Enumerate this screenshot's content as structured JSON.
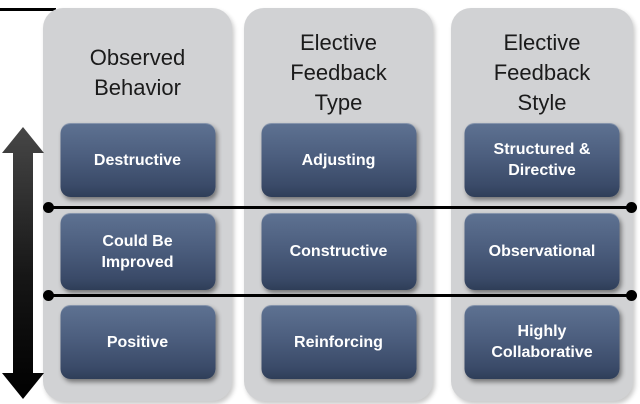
{
  "diagram": {
    "columns": [
      {
        "header": "Observed Behavior",
        "items": [
          "Destructive",
          "Could Be Improved",
          "Positive"
        ]
      },
      {
        "header": "Elective Feedback Type",
        "items": [
          "Adjusting",
          "Constructive",
          "Reinforcing"
        ]
      },
      {
        "header": "Elective Feedback Style",
        "items": [
          "Structured & Directive",
          "Observational",
          "Highly Collaborative"
        ]
      }
    ],
    "divider_lines": 2
  },
  "icons": {
    "vertical_arrow": "double-headed-vertical-arrow",
    "line_endpoint": "filled-circle-dot"
  },
  "colors": {
    "canvas_bg": "#ffffff",
    "column_bg": "#d1d2d4",
    "box_gradient_top": "#5e7292",
    "box_gradient_bottom": "#2f3e58",
    "box_text": "#ffffff",
    "header_text": "#1b1b1b",
    "line": "#000000",
    "arrow": "#1a1a1a"
  }
}
